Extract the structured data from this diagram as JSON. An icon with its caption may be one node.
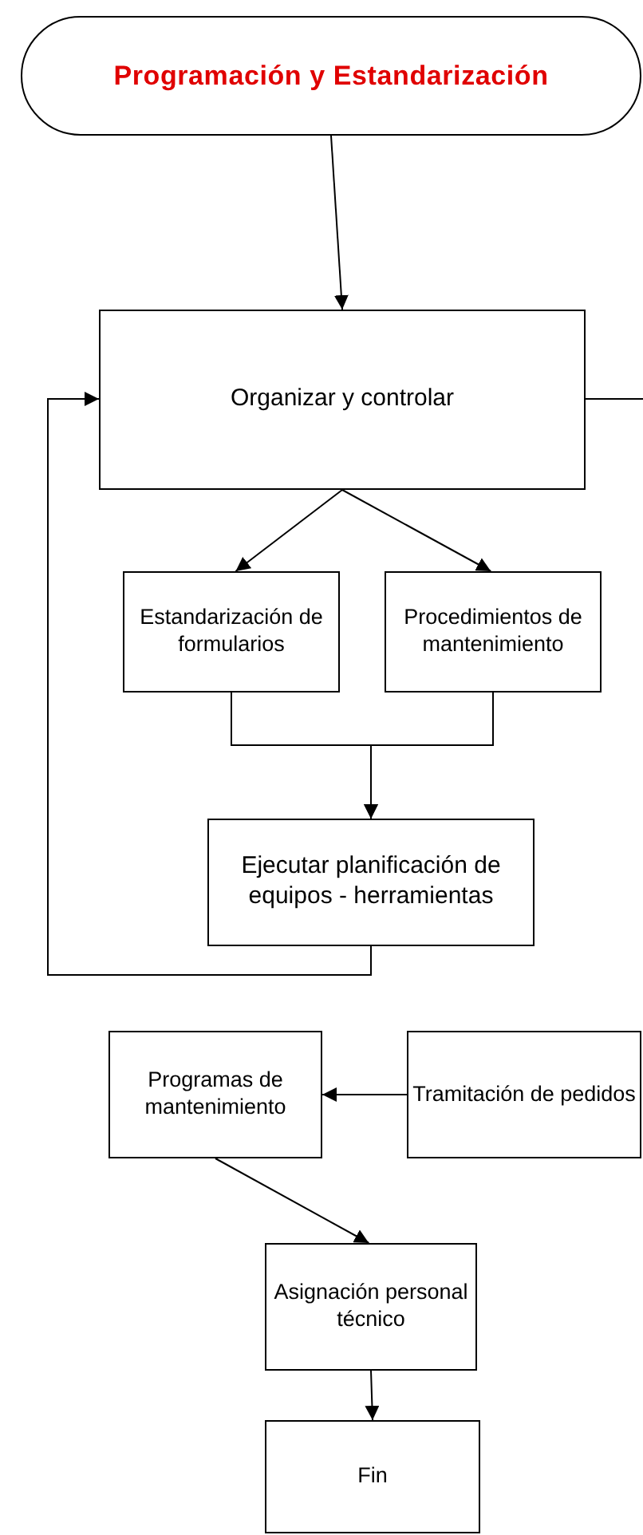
{
  "diagram": {
    "nodes": [
      {
        "text": [
          "Programación y Estandarización"
        ]
      },
      {
        "text": [
          "Organizar y controlar"
        ]
      },
      {
        "text": [
          "Estandarización de formularios"
        ]
      },
      {
        "text": [
          "Procedimientos de mantenimiento"
        ]
      },
      {
        "text": [
          "Ejecutar planificación de equipos - herramientas"
        ]
      },
      {
        "text": [
          "Programas de mantenimiento"
        ]
      },
      {
        "text": [
          "Tramitación de pedidos"
        ]
      },
      {
        "text": [
          "Asignación personal técnico"
        ]
      },
      {
        "text": [
          "Fin"
        ]
      }
    ],
    "edges": [
      {
        "from": 0,
        "to": 1,
        "arrow": "to"
      },
      {
        "from": 1,
        "to": 2,
        "arrow": "to"
      },
      {
        "from": 1,
        "to": 3,
        "arrow": "to"
      },
      {
        "from": 2,
        "to": 4,
        "arrow": "to"
      },
      {
        "from": 3,
        "to": 4,
        "arrow": "to"
      },
      {
        "from": 4,
        "to": 1,
        "arrow": "to"
      },
      {
        "from": 1,
        "to": null,
        "arrow": "none"
      },
      {
        "from": 6,
        "to": 5,
        "arrow": "to"
      },
      {
        "from": 5,
        "to": 7,
        "arrow": "to"
      },
      {
        "from": 7,
        "to": 8,
        "arrow": "to"
      }
    ]
  }
}
